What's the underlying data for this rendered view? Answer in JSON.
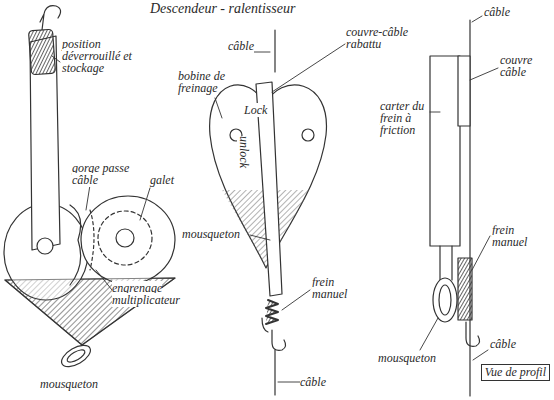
{
  "diagram": {
    "title": "Descendeur - ralentisseur",
    "nodes": [
      {
        "text": [
          "Vue de profil"
        ]
      }
    ],
    "labels": [
      "position déverrouillé et stockage",
      "gorge passe câble",
      "galet",
      "engrenage multiplicateur",
      "mousqueton",
      "câble",
      "bobine de freinage",
      "couvre-câble rabattu",
      "Lock",
      "unlock",
      "mousqueton",
      "frein manuel",
      "câble",
      "câble",
      "couvre câble",
      "carter du frein à friction",
      "frein manuel",
      "mousqueton",
      "câble"
    ]
  }
}
